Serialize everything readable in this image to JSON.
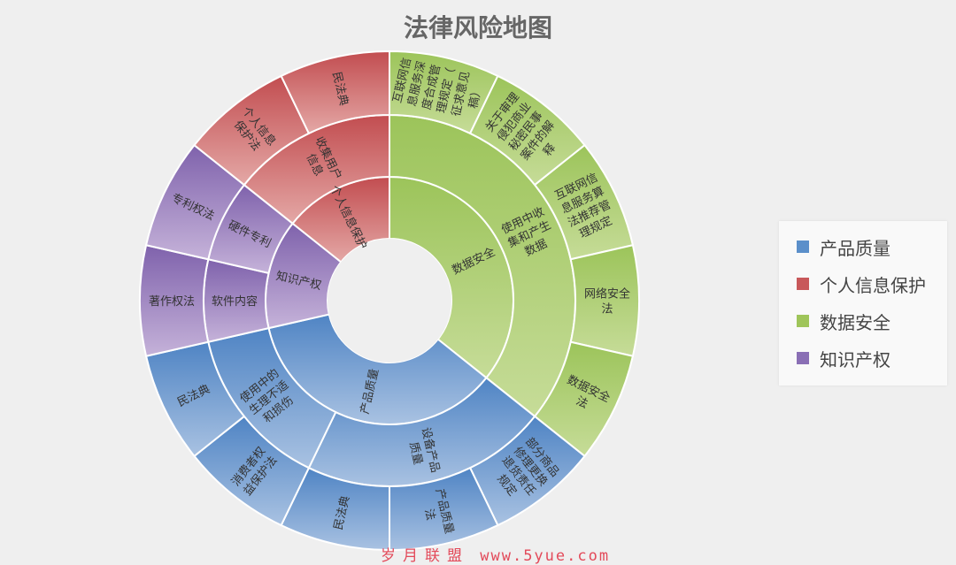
{
  "chart_data": {
    "type": "sunburst",
    "title": "法律风险地图",
    "legend": {
      "placement": "right",
      "items": [
        {
          "name": "产品质量",
          "color": "#5b8fca"
        },
        {
          "name": "个人信息保护",
          "color": "#c8585a"
        },
        {
          "name": "数据安全",
          "color": "#9fc55a"
        },
        {
          "name": "知识产权",
          "color": "#8a6fb5"
        }
      ]
    },
    "tree": [
      {
        "name": "数据安全",
        "color": "#9fc55a",
        "children": [
          {
            "name": "使用中收集和产生数据",
            "children": [
              {
                "name": "互联网信息服务深度合成管理规定（征求意见稿）",
                "value": 1
              },
              {
                "name": "关于审理侵犯商业秘密民事案件的解释",
                "value": 1
              },
              {
                "name": "互联网信息服务算法推荐管理规定",
                "value": 1
              },
              {
                "name": "网络安全法",
                "value": 1
              },
              {
                "name": "数据安全法",
                "value": 1
              }
            ]
          }
        ]
      },
      {
        "name": "产品质量",
        "color": "#5b8fca",
        "children": [
          {
            "name": "设备产品质量",
            "children": [
              {
                "name": "部分商品修理更换退货责任规定",
                "value": 1
              },
              {
                "name": "产品质量法",
                "value": 1
              },
              {
                "name": "民法典",
                "value": 1
              }
            ]
          },
          {
            "name": "使用中的生理不适和损伤",
            "children": [
              {
                "name": "消费者权益保护法",
                "value": 1
              },
              {
                "name": "民法典",
                "value": 1
              }
            ]
          }
        ]
      },
      {
        "name": "知识产权",
        "color": "#8a6fb5",
        "children": [
          {
            "name": "软件内容",
            "children": [
              {
                "name": "著作权法",
                "value": 1
              }
            ]
          },
          {
            "name": "硬件专利",
            "children": [
              {
                "name": "专利权法",
                "value": 1
              }
            ]
          }
        ]
      },
      {
        "name": "个人信息保护",
        "color": "#c8585a",
        "children": [
          {
            "name": "收集用户信息",
            "children": [
              {
                "name": "个人信息保护法",
                "value": 1
              },
              {
                "name": "民法典",
                "value": 1
              }
            ]
          }
        ]
      }
    ]
  },
  "watermark": {
    "cjk": "岁月联盟",
    "url": "www.5yue.com"
  }
}
